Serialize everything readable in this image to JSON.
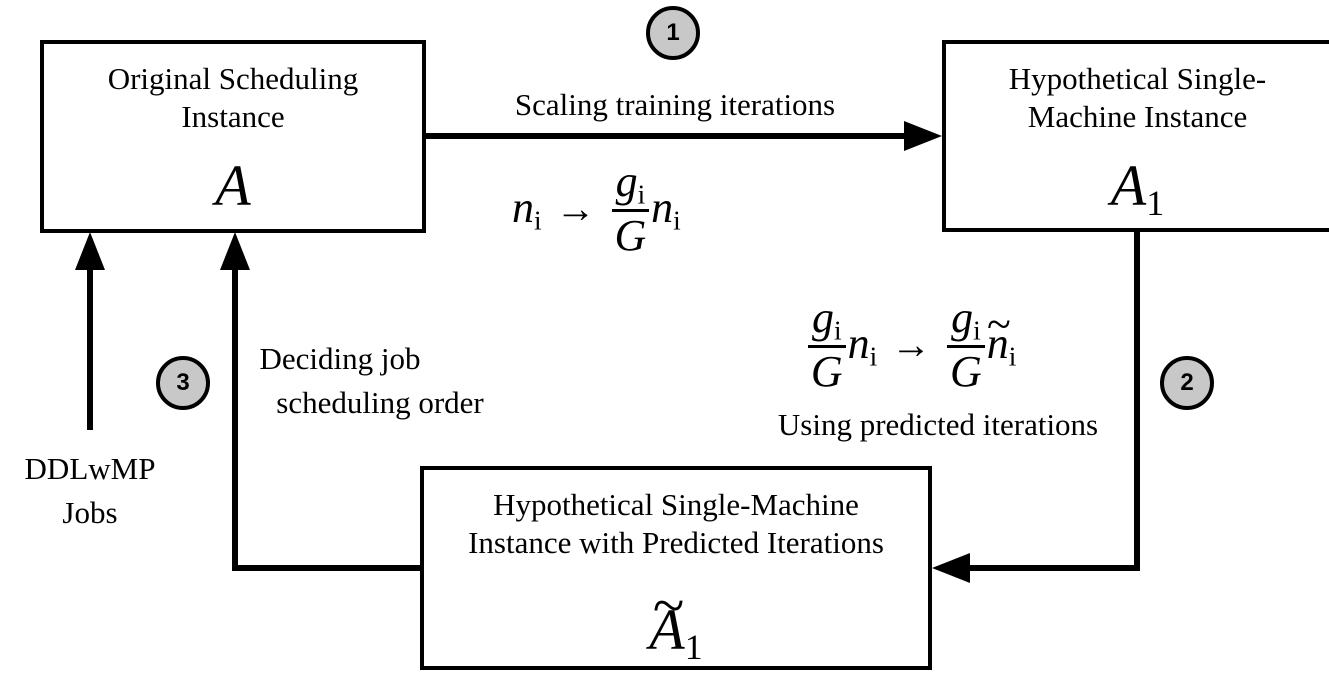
{
  "boxes": {
    "original": {
      "title_line1": "Original Scheduling",
      "title_line2": "Instance",
      "symbol": "A"
    },
    "single_machine": {
      "title_line1": "Hypothetical Single-",
      "title_line2": "Machine Instance",
      "symbol": "A",
      "symbol_sub": "1"
    },
    "predicted": {
      "title_line1": "Hypothetical Single-Machine",
      "title_line2": "Instance with Predicted Iterations",
      "symbol": "A",
      "symbol_tilde": "~",
      "symbol_sub": "1"
    }
  },
  "steps": [
    {
      "number": "1",
      "label": "Scaling training iterations"
    },
    {
      "number": "2",
      "label": "Using predicted iterations"
    },
    {
      "number": "3",
      "label_line1": "Deciding job",
      "label_line2": "scheduling order"
    }
  ],
  "input": {
    "label_line1": "DDLwMP",
    "label_line2": "Jobs"
  },
  "formulas": {
    "f1": {
      "lhs": "n",
      "lhs_sub": "i",
      "arrow": "→",
      "frac_num": "g",
      "frac_num_sub": "i",
      "frac_den": "G",
      "rhs": "n",
      "rhs_sub": "i"
    },
    "f2": {
      "frac_num": "g",
      "frac_num_sub": "i",
      "frac_den": "G",
      "lhs": "n",
      "lhs_sub": "i",
      "arrow": "→",
      "rhs": "n",
      "rhs_tilde": "~",
      "rhs_sub": "i"
    }
  }
}
